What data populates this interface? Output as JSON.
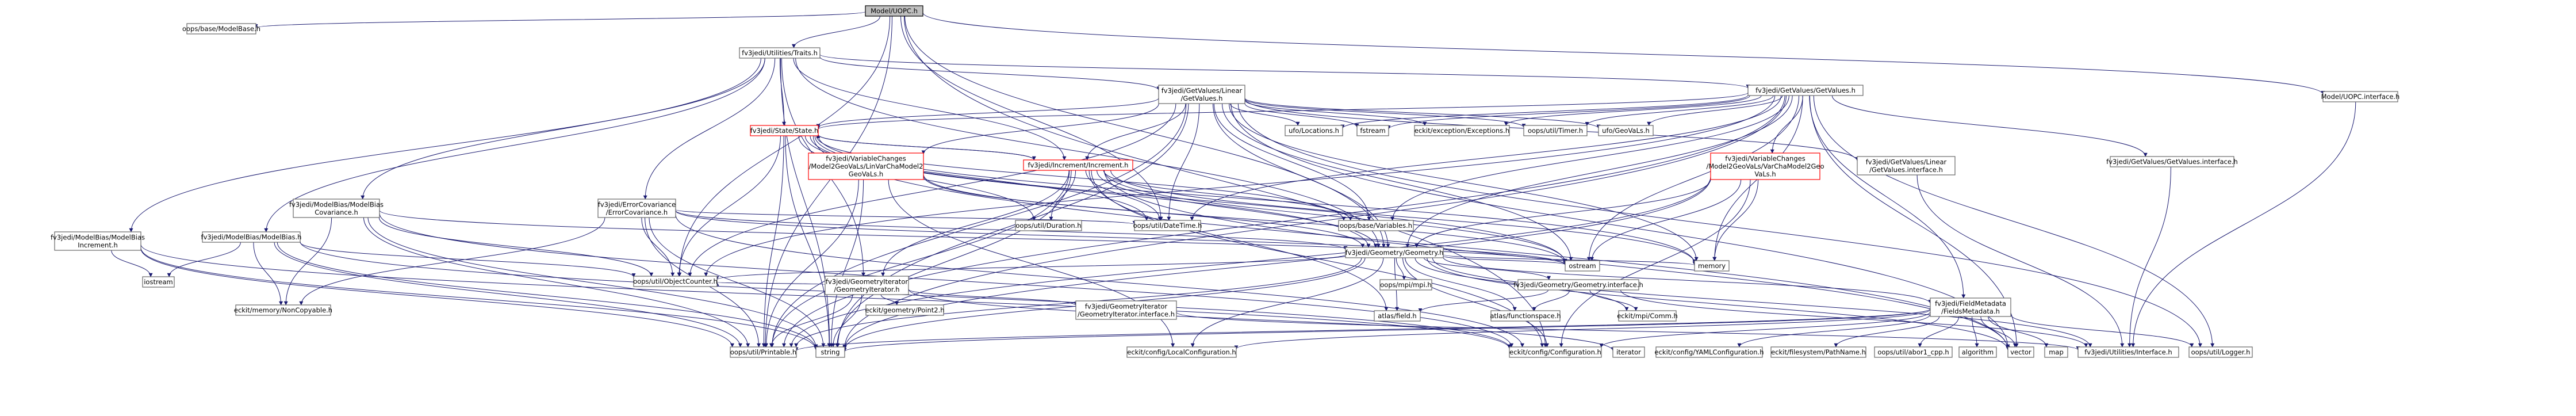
{
  "diagram": {
    "nodes": [
      {
        "id": "root",
        "lines": [
          "Model/UOPC.h"
        ],
        "style": "root"
      },
      {
        "id": "modelbase",
        "lines": [
          "oops/base/ModelBase.h"
        ]
      },
      {
        "id": "traits",
        "lines": [
          "fv3jedi/Utilities/Traits.h"
        ]
      },
      {
        "id": "uopciface",
        "lines": [
          "Model/UOPC.interface.h"
        ]
      },
      {
        "id": "lingv",
        "lines": [
          "fv3jedi/GetValues/Linear",
          "/GetValues.h"
        ]
      },
      {
        "id": "gv",
        "lines": [
          "fv3jedi/GetValues/GetValues.h"
        ]
      },
      {
        "id": "state",
        "lines": [
          "fv3jedi/State/State.h"
        ],
        "style": "red"
      },
      {
        "id": "locations",
        "lines": [
          "ufo/Locations.h"
        ]
      },
      {
        "id": "fstream",
        "lines": [
          "fstream"
        ]
      },
      {
        "id": "exceptions",
        "lines": [
          "eckit/exception/Exceptions.h"
        ]
      },
      {
        "id": "timer",
        "lines": [
          "oops/util/Timer.h"
        ]
      },
      {
        "id": "geovals",
        "lines": [
          "ufo/GeoVaLs.h"
        ]
      },
      {
        "id": "vcge",
        "lines": [
          "fv3jedi/VariableChanges",
          "/Model2GeoVaLs/LinVarChaModel2",
          "GeoVaLs.h"
        ],
        "style": "red"
      },
      {
        "id": "increment",
        "lines": [
          "fv3jedi/Increment/Increment.h"
        ],
        "style": "red"
      },
      {
        "id": "vcm2g",
        "lines": [
          "fv3jedi/VariableChanges",
          "/Model2GeoVaLs/VarChaModel2Geo",
          "VaLs.h"
        ],
        "style": "red"
      },
      {
        "id": "lingviface",
        "lines": [
          "fv3jedi/GetValues/Linear",
          "/GetValues.interface.h"
        ]
      },
      {
        "id": "gviface",
        "lines": [
          "fv3jedi/GetValues/GetValues.interface.h"
        ]
      },
      {
        "id": "errcov",
        "lines": [
          "fv3jedi/ErrorCovariance",
          "/ErrorCovariance.h"
        ]
      },
      {
        "id": "mbcov",
        "lines": [
          "fv3jedi/ModelBias/ModelBias",
          "Covariance.h"
        ]
      },
      {
        "id": "mbinc",
        "lines": [
          "fv3jedi/ModelBias/ModelBias",
          "Increment.h"
        ]
      },
      {
        "id": "mb",
        "lines": [
          "fv3jedi/ModelBias/ModelBias.h"
        ]
      },
      {
        "id": "duration",
        "lines": [
          "oops/util/Duration.h"
        ]
      },
      {
        "id": "datetime",
        "lines": [
          "oops/util/DateTime.h"
        ]
      },
      {
        "id": "variables",
        "lines": [
          "oops/base/Variables.h"
        ]
      },
      {
        "id": "geometry",
        "lines": [
          "fv3jedi/Geometry/Geometry.h"
        ]
      },
      {
        "id": "ostream",
        "lines": [
          "ostream"
        ]
      },
      {
        "id": "memory",
        "lines": [
          "memory"
        ]
      },
      {
        "id": "iostream",
        "lines": [
          "iostream"
        ]
      },
      {
        "id": "objcounter",
        "lines": [
          "oops/util/ObjectCounter.h"
        ]
      },
      {
        "id": "noncopyable",
        "lines": [
          "eckit/memory/NonCopyable.h"
        ]
      },
      {
        "id": "geoiter",
        "lines": [
          "fv3jedi/GeometryIterator",
          "/GeometryIterator.h"
        ]
      },
      {
        "id": "point2",
        "lines": [
          "eckit/geometry/Point2.h"
        ]
      },
      {
        "id": "geoiteriface",
        "lines": [
          "fv3jedi/GeometryIterator",
          "/GeometryIterator.interface.h"
        ]
      },
      {
        "id": "mpi",
        "lines": [
          "oops/mpi/mpi.h"
        ]
      },
      {
        "id": "geoiface",
        "lines": [
          "fv3jedi/Geometry/Geometry.interface.h"
        ]
      },
      {
        "id": "atlasfield",
        "lines": [
          "atlas/field.h"
        ]
      },
      {
        "id": "atlasfs",
        "lines": [
          "atlas/functionspace.h"
        ]
      },
      {
        "id": "comm",
        "lines": [
          "eckit/mpi/Comm.h"
        ]
      },
      {
        "id": "fieldmeta",
        "lines": [
          "fv3jedi/FieldMetadata",
          "/FieldsMetadata.h"
        ]
      },
      {
        "id": "printable",
        "lines": [
          "oops/util/Printable.h"
        ]
      },
      {
        "id": "string",
        "lines": [
          "string"
        ]
      },
      {
        "id": "localconf",
        "lines": [
          "eckit/config/LocalConfiguration.h"
        ]
      },
      {
        "id": "conf",
        "lines": [
          "eckit/config/Configuration.h"
        ]
      },
      {
        "id": "iterator",
        "lines": [
          "iterator"
        ]
      },
      {
        "id": "yamlconf",
        "lines": [
          "eckit/config/YAMLConfiguration.h"
        ]
      },
      {
        "id": "filename",
        "lines": [
          "eckit/filesystem/PathName.h"
        ]
      },
      {
        "id": "abor1",
        "lines": [
          "oops/util/abor1_cpp.h"
        ]
      },
      {
        "id": "algorithm",
        "lines": [
          "algorithm"
        ]
      },
      {
        "id": "vector",
        "lines": [
          "vector"
        ]
      },
      {
        "id": "map",
        "lines": [
          "map"
        ]
      },
      {
        "id": "utiface",
        "lines": [
          "fv3jedi/Utilities/Interface.h"
        ]
      },
      {
        "id": "logger",
        "lines": [
          "oops/util/Logger.h"
        ]
      }
    ],
    "edges": [
      [
        "root",
        "modelbase"
      ],
      [
        "root",
        "traits"
      ],
      [
        "root",
        "uopciface"
      ],
      [
        "root",
        "objcounter"
      ],
      [
        "root",
        "printable"
      ],
      [
        "root",
        "datetime"
      ],
      [
        "root",
        "geometry"
      ],
      [
        "root",
        "conf"
      ],
      [
        "traits",
        "lingv"
      ],
      [
        "traits",
        "gv"
      ],
      [
        "traits",
        "state"
      ],
      [
        "traits",
        "increment"
      ],
      [
        "traits",
        "errcov"
      ],
      [
        "traits",
        "mbcov"
      ],
      [
        "traits",
        "mbinc"
      ],
      [
        "traits",
        "mb"
      ],
      [
        "traits",
        "geometry"
      ],
      [
        "traits",
        "geoiter"
      ],
      [
        "traits",
        "string"
      ],
      [
        "uopciface",
        "utiface"
      ],
      [
        "lingv",
        "state"
      ],
      [
        "lingv",
        "locations"
      ],
      [
        "lingv",
        "fstream"
      ],
      [
        "lingv",
        "exceptions"
      ],
      [
        "lingv",
        "timer"
      ],
      [
        "lingv",
        "geovals"
      ],
      [
        "lingv",
        "vcge"
      ],
      [
        "lingv",
        "increment"
      ],
      [
        "lingv",
        "lingviface"
      ],
      [
        "lingv",
        "geometry"
      ],
      [
        "lingv",
        "memory"
      ],
      [
        "lingv",
        "ostream"
      ],
      [
        "lingv",
        "objcounter"
      ],
      [
        "lingv",
        "printable"
      ],
      [
        "lingv",
        "string"
      ],
      [
        "lingv",
        "vector"
      ],
      [
        "lingv",
        "variables"
      ],
      [
        "lingv",
        "datetime"
      ],
      [
        "lingv",
        "logger"
      ],
      [
        "gv",
        "state"
      ],
      [
        "gv",
        "locations"
      ],
      [
        "gv",
        "fstream"
      ],
      [
        "gv",
        "exceptions"
      ],
      [
        "gv",
        "timer"
      ],
      [
        "gv",
        "geovals"
      ],
      [
        "gv",
        "vcm2g"
      ],
      [
        "gv",
        "gviface"
      ],
      [
        "gv",
        "geometry"
      ],
      [
        "gv",
        "memory"
      ],
      [
        "gv",
        "ostream"
      ],
      [
        "gv",
        "objcounter"
      ],
      [
        "gv",
        "printable"
      ],
      [
        "gv",
        "string"
      ],
      [
        "gv",
        "vector"
      ],
      [
        "gv",
        "variables"
      ],
      [
        "gv",
        "datetime"
      ],
      [
        "gv",
        "logger"
      ],
      [
        "gv",
        "fieldmeta"
      ],
      [
        "state",
        "increment"
      ],
      [
        "state",
        "geometry"
      ],
      [
        "state",
        "duration"
      ],
      [
        "state",
        "datetime"
      ],
      [
        "state",
        "variables"
      ],
      [
        "state",
        "ostream"
      ],
      [
        "state",
        "memory"
      ],
      [
        "state",
        "objcounter"
      ],
      [
        "state",
        "printable"
      ],
      [
        "state",
        "string"
      ],
      [
        "state",
        "vector"
      ],
      [
        "increment",
        "state"
      ],
      [
        "increment",
        "geometry"
      ],
      [
        "increment",
        "geoiter"
      ],
      [
        "increment",
        "duration"
      ],
      [
        "increment",
        "datetime"
      ],
      [
        "increment",
        "variables"
      ],
      [
        "increment",
        "ostream"
      ],
      [
        "increment",
        "memory"
      ],
      [
        "increment",
        "printable"
      ],
      [
        "increment",
        "string"
      ],
      [
        "increment",
        "vector"
      ],
      [
        "increment",
        "atlasfield"
      ],
      [
        "increment",
        "conf"
      ],
      [
        "vcge",
        "geometry"
      ],
      [
        "vcge",
        "printable"
      ],
      [
        "vcge",
        "string"
      ],
      [
        "vcge",
        "ostream"
      ],
      [
        "vcge",
        "localconf"
      ],
      [
        "vcm2g",
        "geometry"
      ],
      [
        "vcm2g",
        "printable"
      ],
      [
        "vcm2g",
        "string"
      ],
      [
        "vcm2g",
        "ostream"
      ],
      [
        "vcm2g",
        "memory"
      ],
      [
        "vcm2g",
        "conf"
      ],
      [
        "lingviface",
        "utiface"
      ],
      [
        "gviface",
        "utiface"
      ],
      [
        "errcov",
        "geometry"
      ],
      [
        "errcov",
        "objcounter"
      ],
      [
        "errcov",
        "printable"
      ],
      [
        "errcov",
        "string"
      ],
      [
        "errcov",
        "noncopyable"
      ],
      [
        "errcov",
        "datetime"
      ],
      [
        "errcov",
        "ostream"
      ],
      [
        "errcov",
        "conf"
      ],
      [
        "mbcov",
        "objcounter"
      ],
      [
        "mbcov",
        "printable"
      ],
      [
        "mbcov",
        "string"
      ],
      [
        "mbcov",
        "noncopyable"
      ],
      [
        "mbcov",
        "ostream"
      ],
      [
        "mbcov",
        "conf"
      ],
      [
        "mbinc",
        "iostream"
      ],
      [
        "mbinc",
        "printable"
      ],
      [
        "mbinc",
        "string"
      ],
      [
        "mbinc",
        "conf"
      ],
      [
        "mb",
        "iostream"
      ],
      [
        "mb",
        "noncopyable"
      ],
      [
        "mb",
        "objcounter"
      ],
      [
        "mb",
        "printable"
      ],
      [
        "mb",
        "string"
      ],
      [
        "mb",
        "conf"
      ],
      [
        "geometry",
        "ostream"
      ],
      [
        "geometry",
        "memory"
      ],
      [
        "geometry",
        "mpi"
      ],
      [
        "geometry",
        "geoiface"
      ],
      [
        "geometry",
        "atlasfield"
      ],
      [
        "geometry",
        "atlasfs"
      ],
      [
        "geometry",
        "comm"
      ],
      [
        "geometry",
        "fieldmeta"
      ],
      [
        "geometry",
        "objcounter"
      ],
      [
        "geometry",
        "printable"
      ],
      [
        "geometry",
        "string"
      ],
      [
        "geometry",
        "localconf"
      ],
      [
        "geometry",
        "conf"
      ],
      [
        "geometry",
        "vector"
      ],
      [
        "geometry",
        "utiface"
      ],
      [
        "geoiter",
        "point2"
      ],
      [
        "geoiter",
        "geoiteriface"
      ],
      [
        "geoiter",
        "objcounter"
      ],
      [
        "geoiter",
        "printable"
      ],
      [
        "geoiter",
        "string"
      ],
      [
        "geoiter",
        "iterator"
      ],
      [
        "geoiteriface",
        "utiface"
      ],
      [
        "geoiface",
        "atlasfield"
      ],
      [
        "geoiface",
        "atlasfs"
      ],
      [
        "geoiface",
        "comm"
      ],
      [
        "geoiface",
        "utiface"
      ],
      [
        "fieldmeta",
        "conf"
      ],
      [
        "fieldmeta",
        "yamlconf"
      ],
      [
        "fieldmeta",
        "filename"
      ],
      [
        "fieldmeta",
        "abor1"
      ],
      [
        "fieldmeta",
        "algorithm"
      ],
      [
        "fieldmeta",
        "vector"
      ],
      [
        "fieldmeta",
        "map"
      ],
      [
        "fieldmeta",
        "string"
      ],
      [
        "fieldmeta",
        "localconf"
      ],
      [
        "fieldmeta",
        "logger"
      ],
      [
        "fieldmeta",
        "printable"
      ]
    ]
  }
}
